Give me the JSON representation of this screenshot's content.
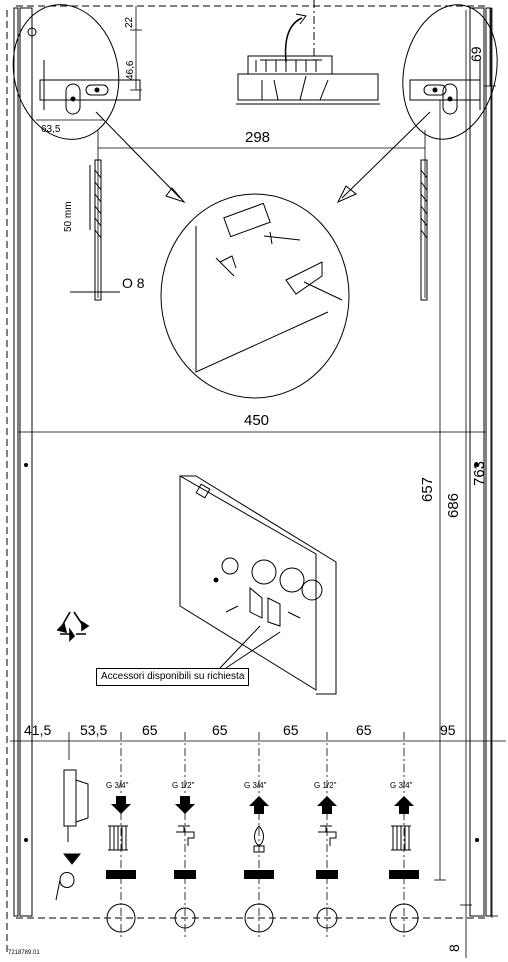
{
  "dimensions": {
    "d22": "22",
    "d46_6": "46,6",
    "d69": "69",
    "d63_5": "63,5",
    "d298": "298",
    "d50mm": "50 mm",
    "d_dia8": "O 8",
    "d450": "450",
    "d657": "657",
    "d686": "686",
    "d763": "763",
    "d41_5": "41,5",
    "d53_5": "53,5",
    "d65": "65",
    "d95": "95",
    "d8": "8"
  },
  "connections": [
    {
      "thread": "G 3/4\"",
      "flow": "down",
      "icon": "radiator-icon"
    },
    {
      "thread": "G 1/2\"",
      "flow": "down",
      "icon": "tap-icon"
    },
    {
      "thread": "G 3/4\"",
      "flow": "up",
      "icon": "gas-flame-icon"
    },
    {
      "thread": "G 1/2\"",
      "flow": "up",
      "icon": "tap-icon"
    },
    {
      "thread": "G 3/4\"",
      "flow": "up",
      "icon": "radiator-icon"
    }
  ],
  "callout": "Accessori disponibili su richiesta",
  "doc_code": "7218789.01"
}
